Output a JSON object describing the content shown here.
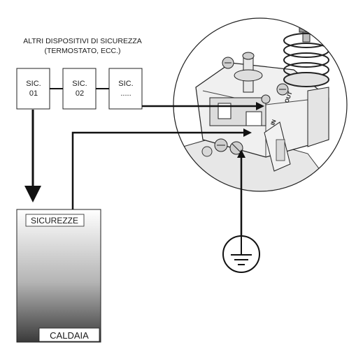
{
  "header": {
    "line1": "ALTRI DISPOSITIVI DI SICUREZZA",
    "line2": "(TERMOSTATO, ECC.)"
  },
  "devices": [
    {
      "line1": "SIC.",
      "line2": "01"
    },
    {
      "line1": "SIC.",
      "line2": "02"
    },
    {
      "line1": "SIC.",
      "line2": "....."
    }
  ],
  "boiler": {
    "safety_label": "SICUREZZE",
    "name_label": "CALDAIA"
  },
  "switch": {
    "out_label": "OUT",
    "in_label": "IN"
  },
  "icons": {
    "ground": "ground-symbol-icon"
  }
}
